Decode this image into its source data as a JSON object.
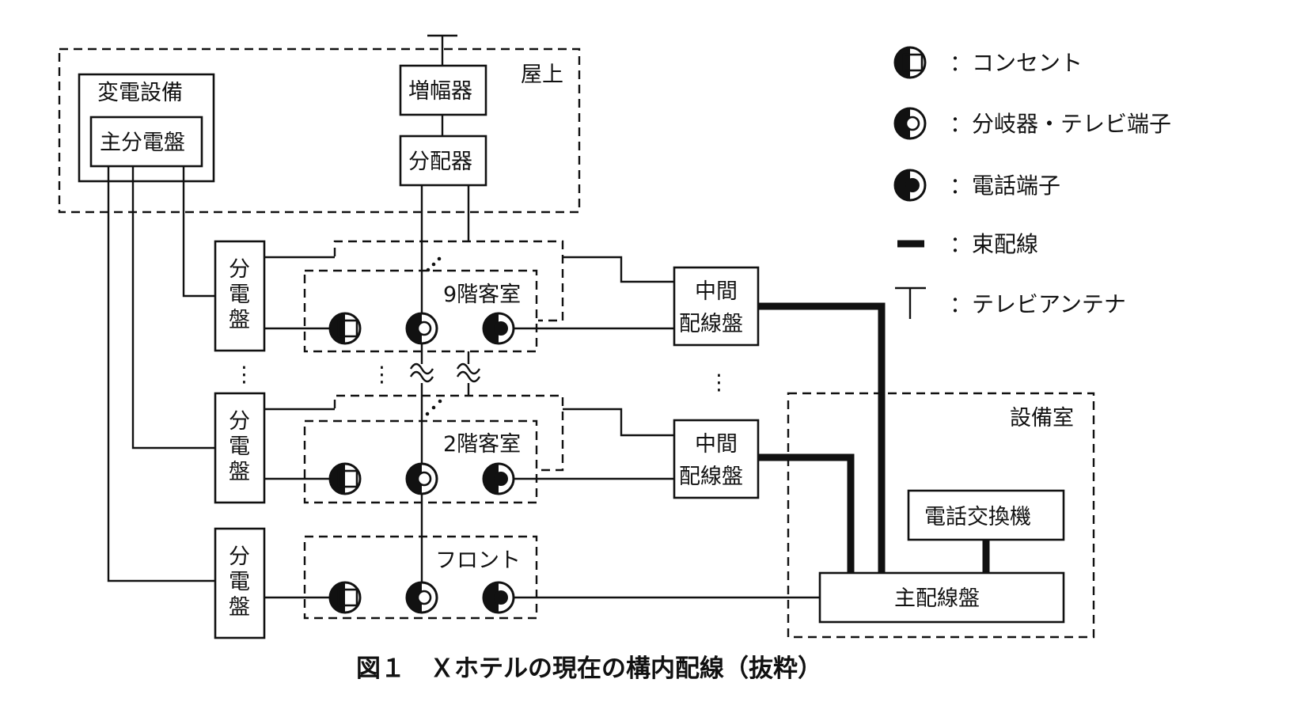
{
  "diagram": {
    "caption": "図１　Ｘホテルの現在の構内配線（抜粋）",
    "areas": {
      "rooftop": "屋上",
      "equipment_room": "設備室",
      "floor9": "9階客室",
      "floor2": "2階客室",
      "front": "フロント"
    },
    "boxes": {
      "substation": "変電設備",
      "main_distribution_panel": "主分電盤",
      "amplifier": "増幅器",
      "distributor": "分配器",
      "distribution_panel": [
        "分",
        "電",
        "盤"
      ],
      "intermediate_wiring_panel": [
        "中間",
        "配線盤"
      ],
      "phone_exchange": "電話交換機",
      "main_wiring_panel": "主配線盤"
    },
    "ellipsis": "⋮",
    "legend": [
      {
        "icon": "outlet-icon",
        "label": "：コンセント"
      },
      {
        "icon": "splitter-tv-terminal-icon",
        "label": "：分岐器・テレビ端子"
      },
      {
        "icon": "phone-terminal-icon",
        "label": "：電話端子"
      },
      {
        "icon": "bundle-wiring-icon",
        "label": "：束配線"
      },
      {
        "icon": "tv-antenna-icon",
        "label": "：テレビアンテナ"
      }
    ]
  }
}
